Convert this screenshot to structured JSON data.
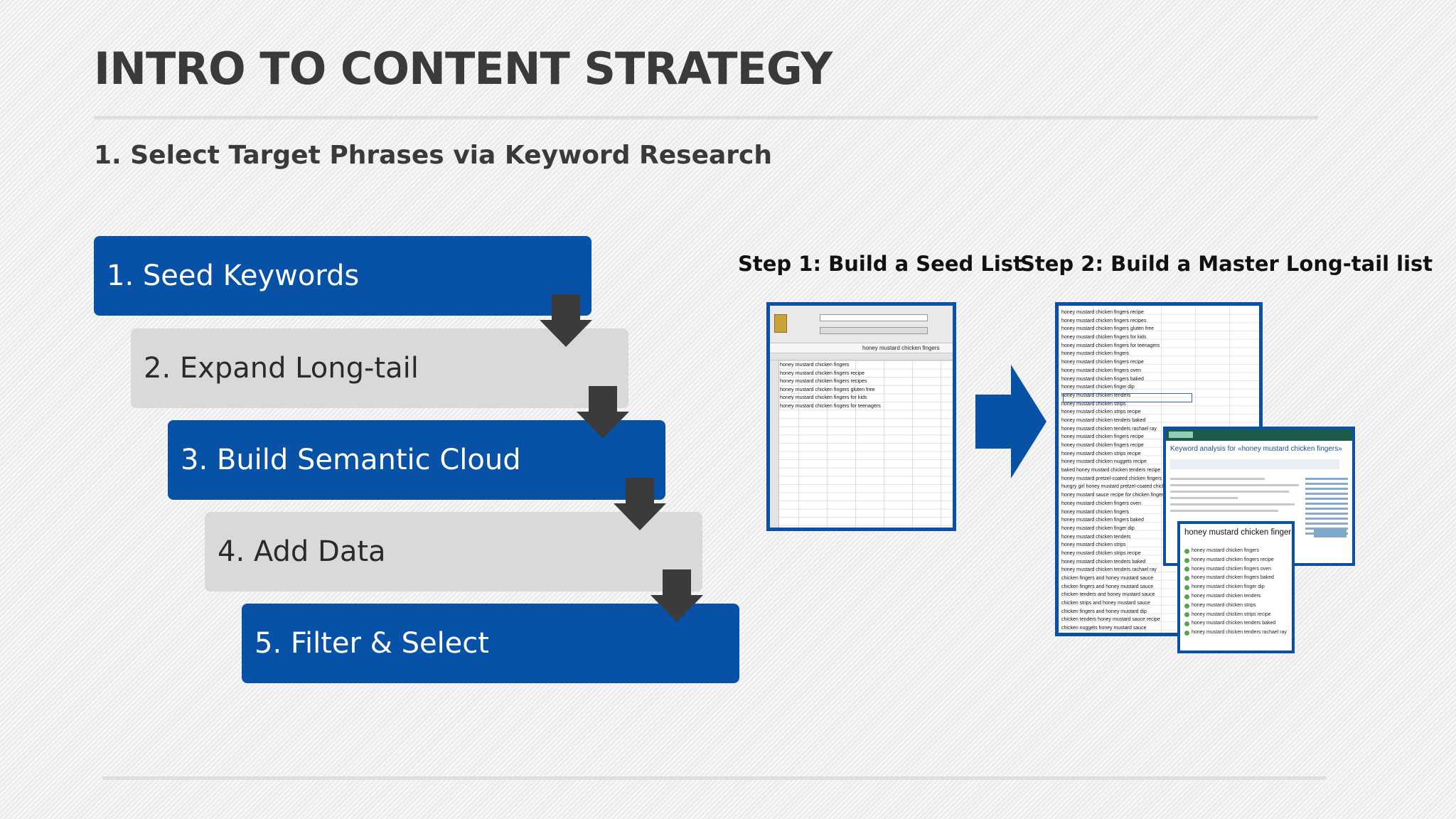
{
  "slide": {
    "title": "INTRO TO CONTENT STRATEGY",
    "subtitle": "1. Select Target Phrases via Keyword Research"
  },
  "process_steps": [
    {
      "label": "1. Seed Keywords"
    },
    {
      "label": "2. Expand Long-tail"
    },
    {
      "label": "3. Build Semantic Cloud"
    },
    {
      "label": "4. Add Data"
    },
    {
      "label": "5. Filter & Select"
    }
  ],
  "step_headings": {
    "step1": "Step 1: Build a Seed List",
    "step2": "Step 2: Build a Master Long-tail list"
  },
  "seed_spreadsheet": {
    "formula_bar": "honey mustard chicken fingers",
    "rows": [
      "honey mustard chicken fingers",
      "honey mustard chicken fingers recipe",
      "honey mustard chicken fingers recipes",
      "honey mustard chicken fingers gluten free",
      "honey mustard chicken fingers for kids",
      "honey mustard chicken fingers for teenagers"
    ]
  },
  "master_list": {
    "rows": [
      "honey mustard chicken fingers recipe",
      "honey mustard chicken fingers recipes",
      "honey mustard chicken fingers gluten free",
      "honey mustard chicken fingers for kids",
      "honey mustard chicken fingers for teenagers",
      "honey mustard chicken fingers",
      "honey mustard chicken fingers recipe",
      "honey mustard chicken fingers oven",
      "honey mustard chicken fingers baked",
      "honey mustard chicken finger dip",
      "honey mustard chicken tenders",
      "honey mustard chicken strips",
      "honey mustard chicken strips recipe",
      "honey mustard chicken tenders baked",
      "honey mustard chicken tenders rachael ray",
      "honey mustard chicken fingers recipe",
      "honey mustard chicken fingers recipe",
      "honey mustard chicken strips recipe",
      "honey mustard chicken nuggets recipe",
      "baked honey mustard chicken tenders recipe",
      "honey mustard pretzel-coated chicken fingers recipe",
      "hungry girl honey mustard pretzel-coated chicken",
      "honey mustard sauce recipe for chicken fingers",
      "honey mustard chicken fingers oven",
      "honey mustard chicken fingers",
      "honey mustard chicken fingers baked",
      "honey mustard chicken finger dip",
      "honey mustard chicken tenders",
      "honey mustard chicken strips",
      "honey mustard chicken strips recipe",
      "honey mustard chicken tenders baked",
      "honey mustard chicken tenders rachael ray",
      "chicken fingers and honey mustard sauce",
      "chicken fingers and honey mustard sauce",
      "chicken tenders and honey mustard sauce",
      "chicken strips and honey mustard sauce",
      "chicken fingers and honey mustard dip",
      "chicken tenders honey mustard sauce recipe",
      "chicken nuggets honey mustard sauce"
    ]
  },
  "keyword_tool": {
    "heading": "Keyword analysis for «honey mustard chicken fingers»"
  },
  "honey_mustard_panel": {
    "title": "honey mustard chicken fingers",
    "items": [
      "honey mustard chicken fingers",
      "honey mustard chicken fingers recipe",
      "honey mustard chicken fingers oven",
      "honey mustard chicken fingers baked",
      "honey mustard chicken finger dip",
      "honey mustard chicken tenders",
      "honey mustard chicken strips",
      "honey mustard chicken strips recipe",
      "honey mustard chicken tenders baked",
      "honey mustard chicken tenders rachael ray"
    ]
  },
  "colors": {
    "primary_blue": "#0752a6",
    "step_gray": "#d9d9d9",
    "arrow_dark": "#3b3b3b",
    "frame_blue": "#0a4fa8"
  }
}
